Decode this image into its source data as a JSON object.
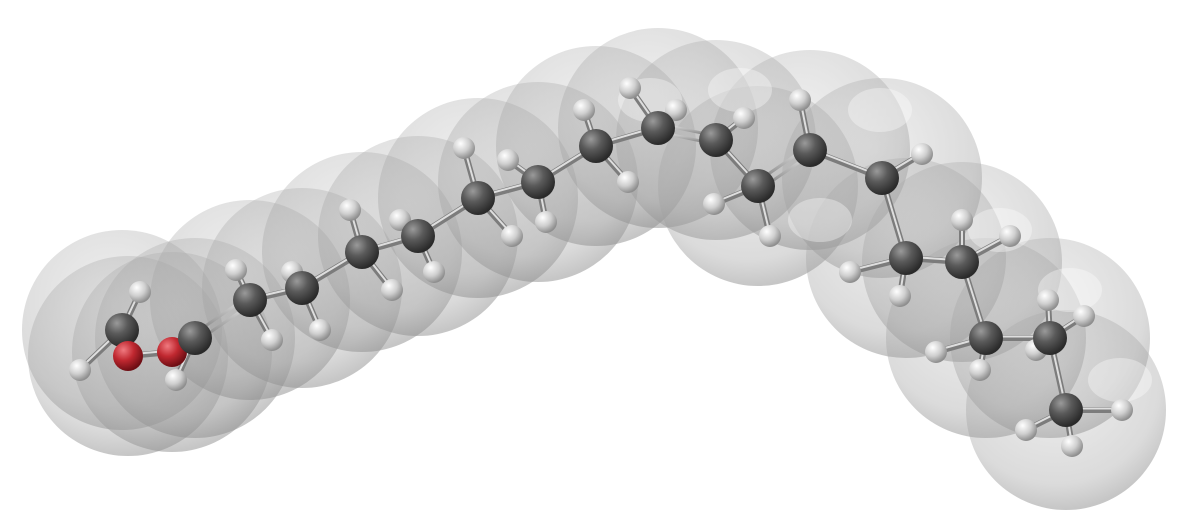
{
  "scene": {
    "background": "#ffffff",
    "surface_color": "#9a9a9a",
    "bond_color": "#8a8a8a",
    "elements": {
      "C": {
        "color": "#4a4a4a",
        "name": "carbon-atom"
      },
      "H": {
        "color": "#d2d2d2",
        "name": "hydrogen-atom"
      },
      "O": {
        "color": "#b8222c",
        "name": "oxygen-atom"
      }
    },
    "counts": {
      "C": 19,
      "O": 2,
      "H": 36
    }
  }
}
